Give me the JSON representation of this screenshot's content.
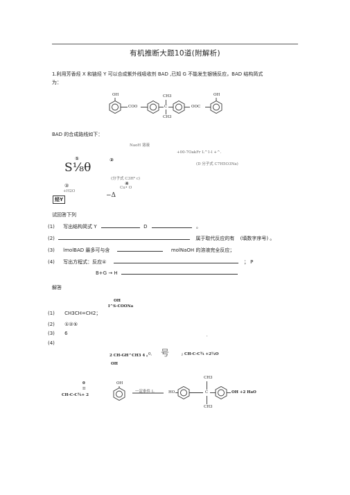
{
  "title": "有机推断大题10道(附解析)",
  "problem": {
    "intro_line1": "1.利用芳香烃 X 和链烃 Y 可以合成紫外线吸收剂 BAD ,已知 G 不能发生银镜反应，BAD 结构简式",
    "intro_line2": "为：",
    "bad_structure": {
      "oh_left": "OH",
      "coo": "COO",
      "ch3_top": "CH3",
      "c_center": "C",
      "ch3_bottom": "CH3",
      "ooc": "OOC",
      "oh_right": "OH"
    },
    "route_heading": "BAD 的合成路线如下：",
    "route": {
      "reagent_naoh": "NaoH 溶液",
      "garbled_line": "+00-7OakFr L^1-l     +^.",
      "d_formula": "(D 分子式  C7H5O3Na)",
      "step1": "①",
      "step2": "②",
      "x_symbol": "S⅛θ",
      "c_formula": "(分子式 C3H⁶ c)",
      "step3": "③",
      "step4": "④",
      "h2o_label": "+H2O",
      "cu_o2": "Cu• O",
      "delta": "−Δ",
      "hydrocarbon_y": "烃Y"
    },
    "answer_prompt": "试回答下列",
    "questions": [
      {
        "num": "(1)",
        "text": "写出结构简式 Y",
        "mid": "D",
        "end": "。"
      },
      {
        "num": "(2)",
        "text": "属于取代反应的有",
        "end": "(填数字序号)   。"
      },
      {
        "num": "(3)",
        "text": "lmolBAD 最多可与含",
        "end": "molNaOH 的溶液完全反应；"
      },
      {
        "num": "(4)",
        "text": "写出方程式：反应④",
        "end": "；  P"
      }
    ],
    "q4_line2": "B+G →  H"
  },
  "solution": {
    "heading": "解答",
    "d_oh": "OH",
    "d_struct": "I^S-COONa",
    "answers": [
      {
        "num": "(1)",
        "text": "CH3CH=CH2；"
      },
      {
        "num": "(2)",
        "text": "①②⑤"
      },
      {
        "num": "(3)",
        "text": "6"
      },
      {
        "num": "(4)",
        "text": ""
      }
    ],
    "dot": "˙",
    "eq4_left": "2 CH-GH^CH3 4 。",
    "eq4_mid": "0,",
    "eq4_big": "号",
    "eq4_right": "; CH-C-C¾ +2¼O",
    "eq4_oh": "OH",
    "eq5_o": "0",
    "eq5_bar": "II",
    "eq5_left": "CH-C-C¾+ 2",
    "eq5_phenol_oh": "OH",
    "eq5_condition": "一定条件 L",
    "eq5_ho": "HO",
    "eq5_ch3_top": "CH3",
    "eq5_c": "C",
    "eq5_ch3_bottom": "CH3",
    "eq5_right": "OH +2 HaO"
  },
  "colors": {
    "text": "#222222",
    "rule": "#555555"
  }
}
